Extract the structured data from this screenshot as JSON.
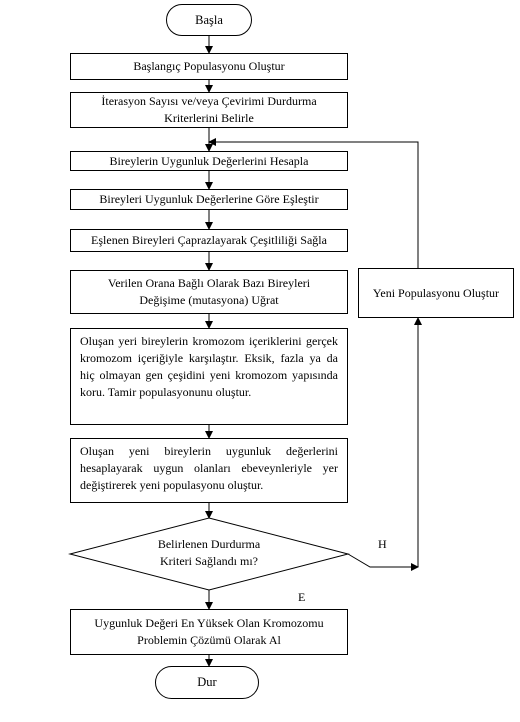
{
  "flowchart": {
    "start": "Başla",
    "step1": "Başlangıç Populasyonu Oluştur",
    "step2": [
      "İterasyon Sayısı ve/veya Çevirimi Durdurma",
      "Kriterlerini Belirle"
    ],
    "step3": "Bireylerin Uygunluk Değerlerini Hesapla",
    "step4": "Bireyleri Uygunluk Değerlerine Göre Eşleştir",
    "step5": "Eşlenen Bireyleri Çaprazlayarak Çeşitliliği Sağla",
    "step6": [
      "Verilen Orana Bağlı Olarak Bazı Bireyleri",
      "Değişime (mutasyona) Uğrat"
    ],
    "step7": "Oluşan yeri bireylerin kromozom içeriklerini gerçek kromozom içeriğiyle karşılaştır. Eksik, fazla ya da hiç olmayan gen çeşidini yeni kromozom yapısında koru. Tamir populasyonunu oluştur.",
    "step8": "Oluşan yeni bireylerin uygunluk değerlerini hesaplayarak uygun olanları ebeveynleriyle yer değiştirerek yeni populasyonu oluştur.",
    "decision": [
      "Belirlenen Durdurma",
      "Kriteri Sağlandı mı?"
    ],
    "no_label": "H",
    "yes_label": "E",
    "side_box": "Yeni Populasyonu Oluştur",
    "final_step": [
      "Uygunluk Değeri En Yüksek Olan Kromozomu",
      "Problemin Çözümü Olarak Al"
    ],
    "end": "Dur"
  }
}
